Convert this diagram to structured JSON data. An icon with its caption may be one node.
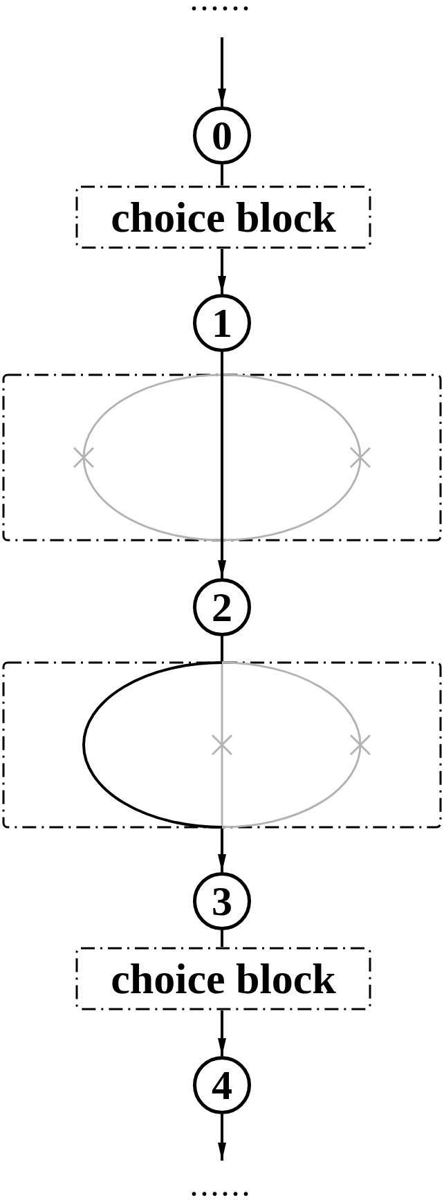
{
  "diagram": {
    "nodes": [
      {
        "text": [
          "0"
        ]
      },
      {
        "text": [
          "choice block"
        ]
      },
      {
        "text": [
          "1"
        ]
      },
      {
        "text": [],
        "shape": "box"
      },
      {
        "text": [
          "2"
        ]
      },
      {
        "text": [],
        "shape": "box"
      },
      {
        "text": [
          "3"
        ]
      },
      {
        "text": [
          "choice block"
        ]
      },
      {
        "text": [
          "4"
        ]
      }
    ],
    "edges": [
      {
        "from": null,
        "to": 0,
        "arrow": "to"
      },
      {
        "from": 0,
        "to": 1,
        "arrow": "none"
      },
      {
        "from": 1,
        "to": 2,
        "arrow": "to"
      },
      {
        "from": 2,
        "to": 3,
        "arrow": "none"
      },
      {
        "from": 3,
        "to": 4,
        "arrow": "to"
      },
      {
        "from": 4,
        "to": 5,
        "arrow": "none"
      },
      {
        "from": 5,
        "to": 6,
        "arrow": "to"
      },
      {
        "from": 6,
        "to": 7,
        "arrow": "none"
      },
      {
        "from": 7,
        "to": 8,
        "arrow": "to"
      },
      {
        "from": 8,
        "to": null,
        "arrow": "to"
      }
    ],
    "labels": [
      "......",
      "......"
    ]
  }
}
